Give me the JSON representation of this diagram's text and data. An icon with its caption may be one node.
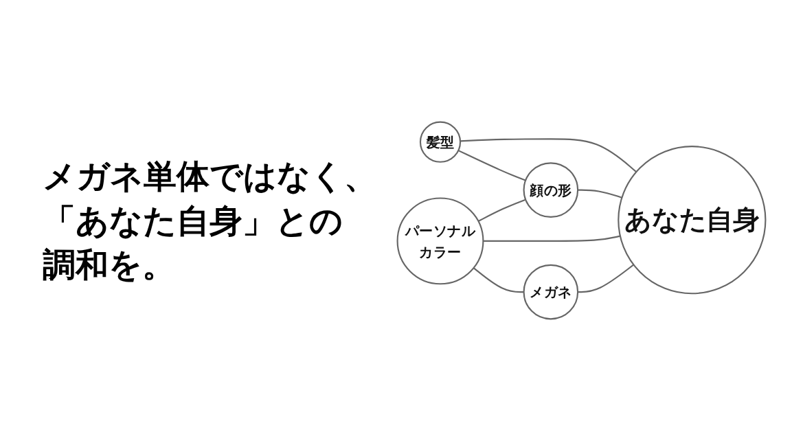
{
  "diagram": {
    "title": "メガネ単体ではなく、「あなた自身」との調和を。",
    "nodes": [
      {
        "text": [
          "髪型"
        ]
      },
      {
        "text": [
          "顔の形"
        ]
      },
      {
        "text": [
          "あなた自身"
        ]
      },
      {
        "text": [
          "パーソナルカラー"
        ]
      },
      {
        "text": [
          "メガネ"
        ]
      }
    ],
    "edges": [
      {
        "from": 0,
        "to": 2,
        "arrow": "none"
      },
      {
        "from": 1,
        "to": 2,
        "arrow": "none"
      },
      {
        "from": 3,
        "to": 2,
        "arrow": "none"
      },
      {
        "from": 4,
        "to": 2,
        "arrow": "none"
      },
      {
        "from": 0,
        "to": 1,
        "arrow": "none"
      },
      {
        "from": 3,
        "to": 1,
        "arrow": "none"
      },
      {
        "from": 3,
        "to": 4,
        "arrow": "none"
      }
    ]
  }
}
